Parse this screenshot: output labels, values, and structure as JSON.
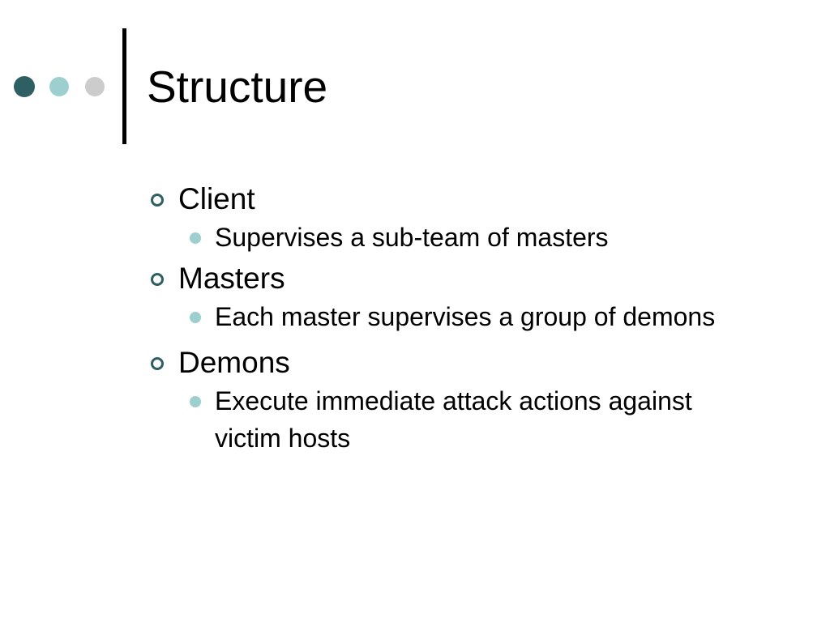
{
  "colors": {
    "dot_dark": "#2e5f63",
    "dot_mid": "#9ecfcf",
    "dot_light": "#cccccc",
    "divider": "#000000",
    "bullet_outer": "#2e5f63",
    "bullet_inner": "#9ecfcf",
    "text": "#000000"
  },
  "slide": {
    "title": "Structure",
    "items": [
      {
        "label": "Client",
        "sub": [
          "Supervises a sub-team of masters"
        ]
      },
      {
        "label": "Masters",
        "sub": [
          "Each master supervises a group of demons"
        ]
      },
      {
        "label": "Demons",
        "sub": [
          "Execute immediate attack actions against victim hosts"
        ]
      }
    ]
  }
}
